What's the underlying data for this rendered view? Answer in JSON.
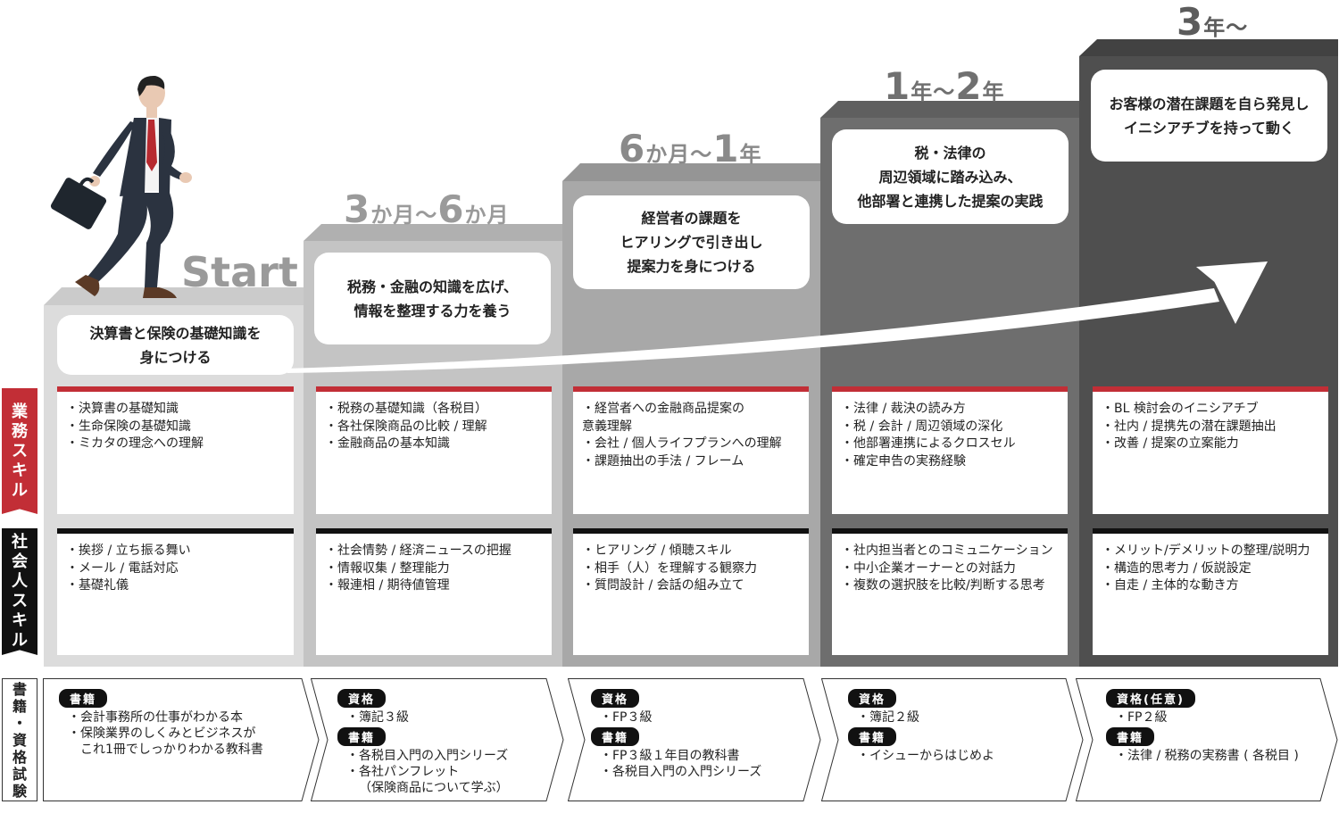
{
  "colors": {
    "accent_red": "#c22e36",
    "dark": "#111111",
    "step1": "#dcdcdc",
    "step2": "#c4c4c4",
    "step3": "#a8a8a8",
    "step4": "#6e6e6e",
    "step5": "#4f4f4f"
  },
  "start_label": "Start",
  "periods": [
    {
      "num1": "3",
      "unit1": "か月～",
      "num2": "6",
      "unit2": "か月"
    },
    {
      "num1": "6",
      "unit1": "か月～",
      "num2": "1",
      "unit2": "年"
    },
    {
      "num1": "1",
      "unit1": "年～",
      "num2": "2",
      "unit2": "年"
    },
    {
      "num1": "3",
      "unit1": "年～",
      "num2": "",
      "unit2": ""
    }
  ],
  "goals": [
    {
      "line1": "決算書と保険の基礎知識を",
      "line2": "身につける",
      "line3": ""
    },
    {
      "line1": "税務・金融の知識を広げ、",
      "line2": "情報を整理する力を養う",
      "line3": ""
    },
    {
      "line1": "経営者の課題を",
      "line2": "ヒアリングで引き出し",
      "line3": "提案力を身につける"
    },
    {
      "line1": "税・法律の",
      "line2": "周辺領域に踏み込み、",
      "line3": "他部署と連携した提案の実践"
    },
    {
      "line1": "お客様の潜在課題を自ら発見し",
      "line2": "イニシアチブを持って動く",
      "line3": ""
    }
  ],
  "side_labels": {
    "business": [
      "業",
      "務",
      "ス",
      "キ",
      "ル"
    ],
    "social": [
      "社",
      "会",
      "人",
      "ス",
      "キ",
      "ル"
    ],
    "books": [
      "書",
      "籍",
      "・",
      "資",
      "格",
      "試",
      "験"
    ]
  },
  "business_skills": [
    [
      "・決算書の基礎知識",
      "・生命保険の基礎知識",
      "・ミカタの理念への理解"
    ],
    [
      "・税務の基礎知識（各税目）",
      "・各社保険商品の比較 / 理解",
      "・金融商品の基本知識"
    ],
    [
      "・経営者への金融商品提案の",
      "意義理解",
      "・会社 / 個人ライフプランへの理解",
      "・課題抽出の手法 / フレーム"
    ],
    [
      "・法律 / 裁決の読み方",
      "・税 / 会計 / 周辺領域の深化",
      "・他部署連携によるクロスセル",
      "・確定申告の実務経験"
    ],
    [
      "・BL 検討会のイニシアチブ",
      "・社内 / 提携先の潜在課題抽出",
      "・改善 / 提案の立案能力"
    ]
  ],
  "social_skills": [
    [
      "・挨拶 / 立ち振る舞い",
      "・メール / 電話対応",
      "・基礎礼儀"
    ],
    [
      "・社会情勢 / 経済ニュースの把握",
      "・情報収集 / 整理能力",
      "・報連相 / 期待値管理"
    ],
    [
      "・ヒアリング / 傾聴スキル",
      "・相手（人）を理解する観察力",
      "・質問設計 / 会話の組み立て"
    ],
    [
      "・社内担当者とのコミュニケーション",
      "・中小企業オーナーとの対話力",
      "・複数の選択肢を比較/判断する思考"
    ],
    [
      "・メリット/デメリットの整理/説明力",
      "・構造的思考力 / 仮説設定",
      "・自走 / 主体的な動き方"
    ]
  ],
  "resources": [
    {
      "groups": [
        {
          "tag": "書籍",
          "items": [
            "・会計事務所の仕事がわかる本",
            "・保険業界のしくみとビジネスが",
            "これ1冊でしっかりわかる教科書"
          ]
        }
      ]
    },
    {
      "groups": [
        {
          "tag": "資格",
          "items": [
            "・簿記３級"
          ]
        },
        {
          "tag": "書籍",
          "items": [
            "・各税目入門の入門シリーズ",
            "・各社パンフレット",
            "（保険商品について学ぶ）"
          ]
        }
      ]
    },
    {
      "groups": [
        {
          "tag": "資格",
          "items": [
            "・FP３級"
          ]
        },
        {
          "tag": "書籍",
          "items": [
            "・FP３級１年目の教科書",
            "・各税目入門の入門シリーズ"
          ]
        }
      ]
    },
    {
      "groups": [
        {
          "tag": "資格",
          "items": [
            "・簿記２級"
          ]
        },
        {
          "tag": "書籍",
          "items": [
            "・イシューからはじめよ"
          ]
        }
      ]
    },
    {
      "groups": [
        {
          "tag": "資格(任意)",
          "items": [
            "・FP２級"
          ]
        },
        {
          "tag": "書籍",
          "items": [
            "・法律 / 税務の実務書 ( 各税目 )"
          ]
        }
      ]
    }
  ]
}
